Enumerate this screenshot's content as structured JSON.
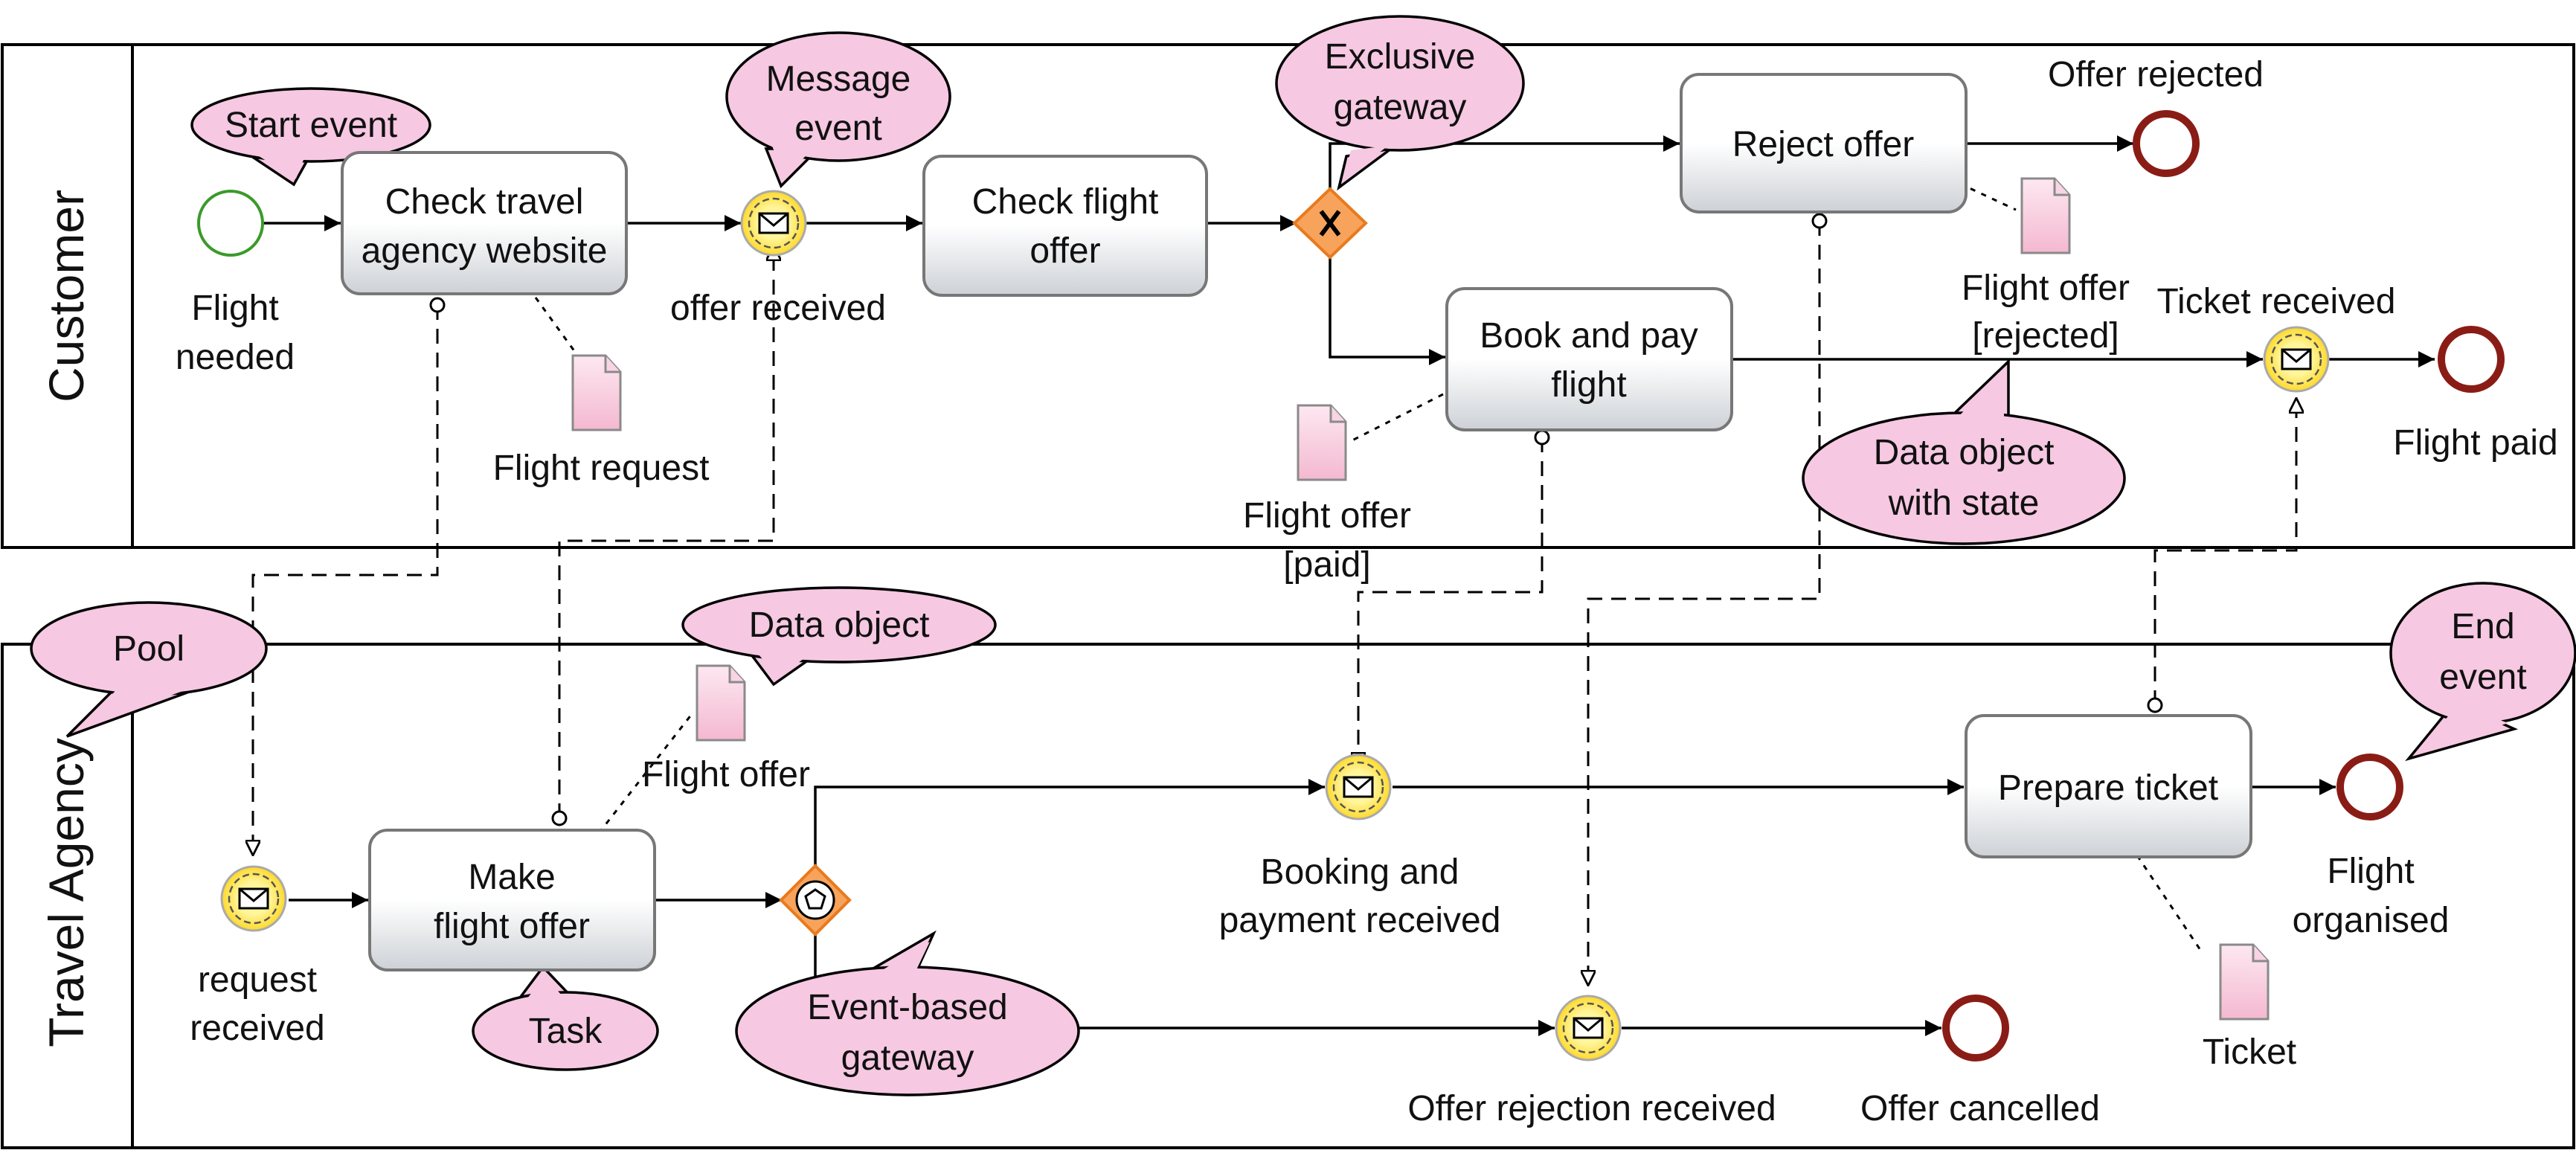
{
  "pools": {
    "customer": "Customer",
    "agency": "Travel Agency"
  },
  "tasks": {
    "check_website": [
      "Check travel",
      "agency website"
    ],
    "check_offer": [
      "Check flight",
      "offer"
    ],
    "reject_offer": "Reject offer",
    "book_pay": [
      "Book and pay",
      "flight"
    ],
    "make_offer": [
      "Make",
      "flight offer"
    ],
    "prepare_ticket": "Prepare ticket"
  },
  "events": {
    "flight_needed": [
      "Flight",
      "needed"
    ],
    "offer_received": "offer received",
    "offer_rejected": "Offer rejected",
    "ticket_received": "Ticket received",
    "flight_paid": "Flight paid",
    "request_received": [
      "request",
      "received"
    ],
    "booking_received": [
      "Booking and",
      "payment received"
    ],
    "rejection_received": "Offer rejection received",
    "offer_cancelled": "Offer cancelled",
    "flight_organised": [
      "Flight",
      "organised"
    ]
  },
  "data_objects": {
    "flight_request": "Flight request",
    "flight_offer_rejected": [
      "Flight offer",
      "[rejected]"
    ],
    "flight_offer_paid": [
      "Flight offer",
      "[paid]"
    ],
    "flight_offer": "Flight offer",
    "ticket": "Ticket"
  },
  "callouts": {
    "start_event": "Start event",
    "message_event": [
      "Message",
      "event"
    ],
    "exclusive_gateway": [
      "Exclusive",
      "gateway"
    ],
    "data_object_state": [
      "Data object",
      "with state"
    ],
    "pool": "Pool",
    "data_object": "Data object",
    "end_event": [
      "End",
      "event"
    ],
    "task": "Task",
    "event_based_gateway": [
      "Event-based",
      "gateway"
    ]
  },
  "colors": {
    "callout_fill": "#f6c8e2",
    "start_stroke": "#3a9a2a",
    "end_stroke": "#8a1c16",
    "gateway_fill": "#f7a35c",
    "gateway_stroke": "#e87a1e",
    "message_fill": "#ffe64a"
  }
}
